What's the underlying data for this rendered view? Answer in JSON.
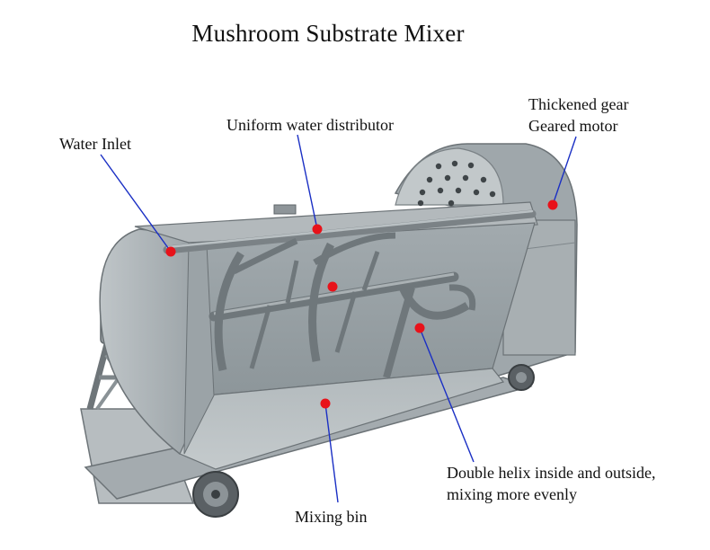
{
  "title": "Mushroom Substrate Mixer",
  "labels": {
    "water_inlet": "Water Inlet",
    "water_distributor": "Uniform water distributor",
    "gear_motor_line1": "Thickened gear",
    "gear_motor_line2": "Geared motor",
    "helix_line1": "Double helix inside and outside,",
    "helix_line2": "mixing more evenly",
    "mixing_bin": "Mixing bin"
  },
  "colors": {
    "callout_line": "#1a2fc4",
    "marker_dot": "#e8121a",
    "machine_body": "#a9b0b3",
    "machine_dark": "#7f878b",
    "machine_light": "#c9ced0"
  }
}
